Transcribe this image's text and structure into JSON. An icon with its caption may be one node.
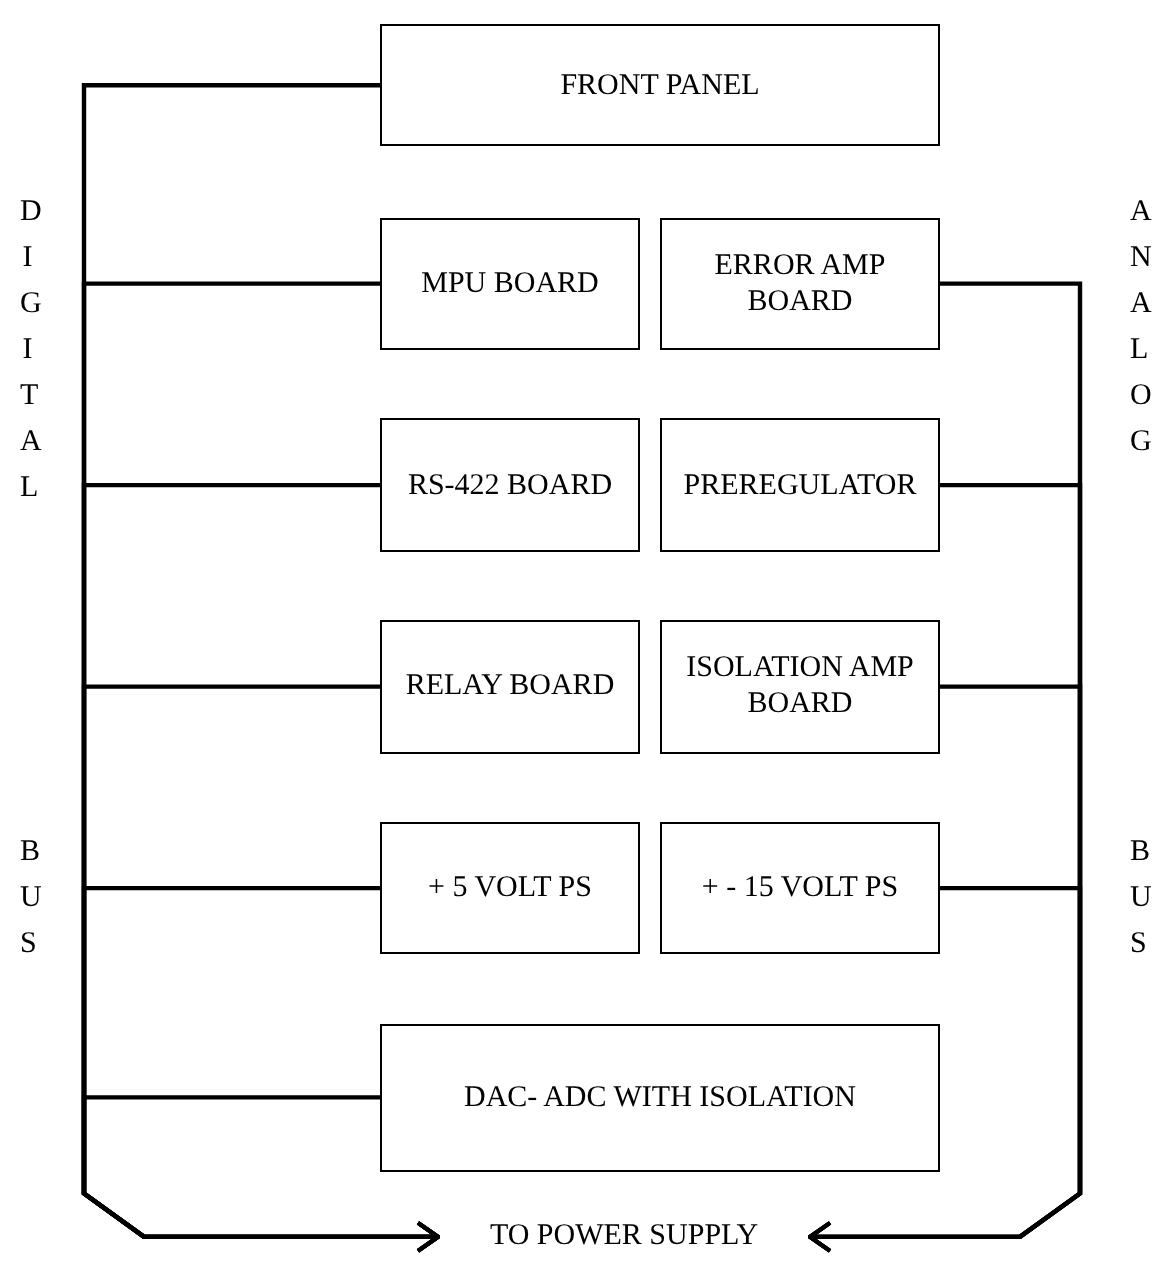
{
  "diagram": {
    "nodes": [
      {
        "text": [
          "FRONT PANEL"
        ]
      },
      {
        "text": [
          "MPU BOARD"
        ]
      },
      {
        "text": [
          "ERROR AMP BOARD"
        ]
      },
      {
        "text": [
          "RS-422 BOARD"
        ]
      },
      {
        "text": [
          "PREREGULATOR"
        ]
      },
      {
        "text": [
          "RELAY BOARD"
        ]
      },
      {
        "text": [
          "ISOLATION AMP BOARD"
        ]
      },
      {
        "text": [
          "+ 5 VOLT PS"
        ]
      },
      {
        "text": [
          "+ - 15 VOLT PS"
        ]
      },
      {
        "text": [
          "DAC- ADC WITH ISOLATION"
        ]
      },
      {
        "text": [
          "TO POWER SUPPLY"
        ]
      }
    ],
    "edges": [
      {
        "from": 0,
        "to": 10,
        "arrow": "to"
      },
      {
        "from": 1,
        "to": 10,
        "arrow": "to"
      },
      {
        "from": 3,
        "to": 10,
        "arrow": "to"
      },
      {
        "from": 5,
        "to": 10,
        "arrow": "to"
      },
      {
        "from": 7,
        "to": 10,
        "arrow": "to"
      },
      {
        "from": 9,
        "to": 10,
        "arrow": "to"
      },
      {
        "from": 2,
        "to": 10,
        "arrow": "to"
      },
      {
        "from": 4,
        "to": 10,
        "arrow": "to"
      },
      {
        "from": 6,
        "to": 10,
        "arrow": "to"
      },
      {
        "from": 8,
        "to": 10,
        "arrow": "to"
      }
    ],
    "labels": [
      "DIGITAL",
      "BUS",
      "ANALOG",
      "BUS"
    ]
  }
}
